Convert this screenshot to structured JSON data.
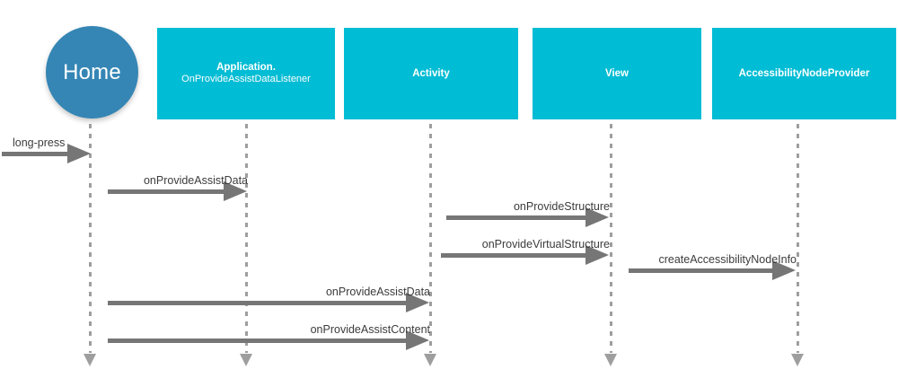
{
  "diagram": {
    "title": "Android Assist data sequence diagram",
    "type": "sequence-diagram",
    "colors": {
      "actor_fill": "#3586b5",
      "participant_fill": "#00bcd4",
      "participant_text": "#ffffff",
      "lifeline": "#9e9e9e",
      "arrow": "#767676",
      "label_text": "#3c3c3c",
      "background": "#ffffff"
    },
    "actor": {
      "label": "Home",
      "shape": "circle"
    },
    "participants": [
      {
        "id": "application",
        "label": "Application.",
        "sublabel": "OnProvideAssistDataListener"
      },
      {
        "id": "activity",
        "label": "Activity",
        "sublabel": ""
      },
      {
        "id": "view",
        "label": "View",
        "sublabel": ""
      },
      {
        "id": "anp",
        "label": "AccessibilityNodeProvider",
        "sublabel": ""
      }
    ],
    "messages": [
      {
        "id": "m0",
        "label": "long-press",
        "from": "external",
        "to": "home"
      },
      {
        "id": "m1",
        "label": "onProvideAssistData",
        "from": "home",
        "to": "application"
      },
      {
        "id": "m2",
        "label": "onProvideStructure",
        "from": "activity",
        "to": "view"
      },
      {
        "id": "m3",
        "label": "onProvideVirtualStructure",
        "from": "activity",
        "to": "view"
      },
      {
        "id": "m4",
        "label": "createAccessibilityNodeInfo",
        "from": "view",
        "to": "anp"
      },
      {
        "id": "m5",
        "label": "onProvideAssistData",
        "from": "home",
        "to": "activity"
      },
      {
        "id": "m6",
        "label": "onProvideAssistContent",
        "from": "home",
        "to": "activity"
      }
    ]
  }
}
